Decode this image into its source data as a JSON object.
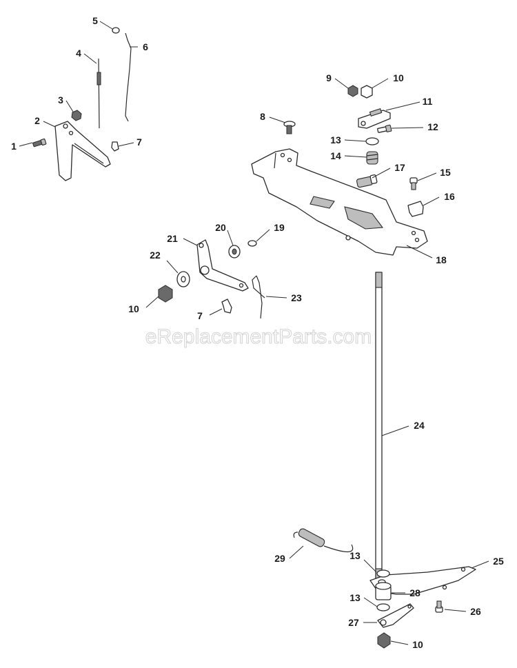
{
  "watermark": "eReplacementParts.com",
  "callouts": [
    {
      "id": "c1",
      "text": "1"
    },
    {
      "id": "c2",
      "text": "2"
    },
    {
      "id": "c3",
      "text": "3"
    },
    {
      "id": "c4",
      "text": "4"
    },
    {
      "id": "c5",
      "text": "5"
    },
    {
      "id": "c6",
      "text": "6"
    },
    {
      "id": "c7a",
      "text": "7"
    },
    {
      "id": "c8",
      "text": "8"
    },
    {
      "id": "c9",
      "text": "9"
    },
    {
      "id": "c10a",
      "text": "10"
    },
    {
      "id": "c11",
      "text": "11"
    },
    {
      "id": "c12",
      "text": "12"
    },
    {
      "id": "c13a",
      "text": "13"
    },
    {
      "id": "c14",
      "text": "14"
    },
    {
      "id": "c15",
      "text": "15"
    },
    {
      "id": "c16",
      "text": "16"
    },
    {
      "id": "c17",
      "text": "17"
    },
    {
      "id": "c18",
      "text": "18"
    },
    {
      "id": "c19",
      "text": "19"
    },
    {
      "id": "c20",
      "text": "20"
    },
    {
      "id": "c21",
      "text": "21"
    },
    {
      "id": "c22",
      "text": "22"
    },
    {
      "id": "c10b",
      "text": "10"
    },
    {
      "id": "c7b",
      "text": "7"
    },
    {
      "id": "c23",
      "text": "23"
    },
    {
      "id": "c24",
      "text": "24"
    },
    {
      "id": "c25",
      "text": "25"
    },
    {
      "id": "c29",
      "text": "29"
    },
    {
      "id": "c13b",
      "text": "13"
    },
    {
      "id": "c28",
      "text": "28"
    },
    {
      "id": "c13c",
      "text": "13"
    },
    {
      "id": "c26",
      "text": "26"
    },
    {
      "id": "c27",
      "text": "27"
    },
    {
      "id": "c10c",
      "text": "10"
    }
  ]
}
